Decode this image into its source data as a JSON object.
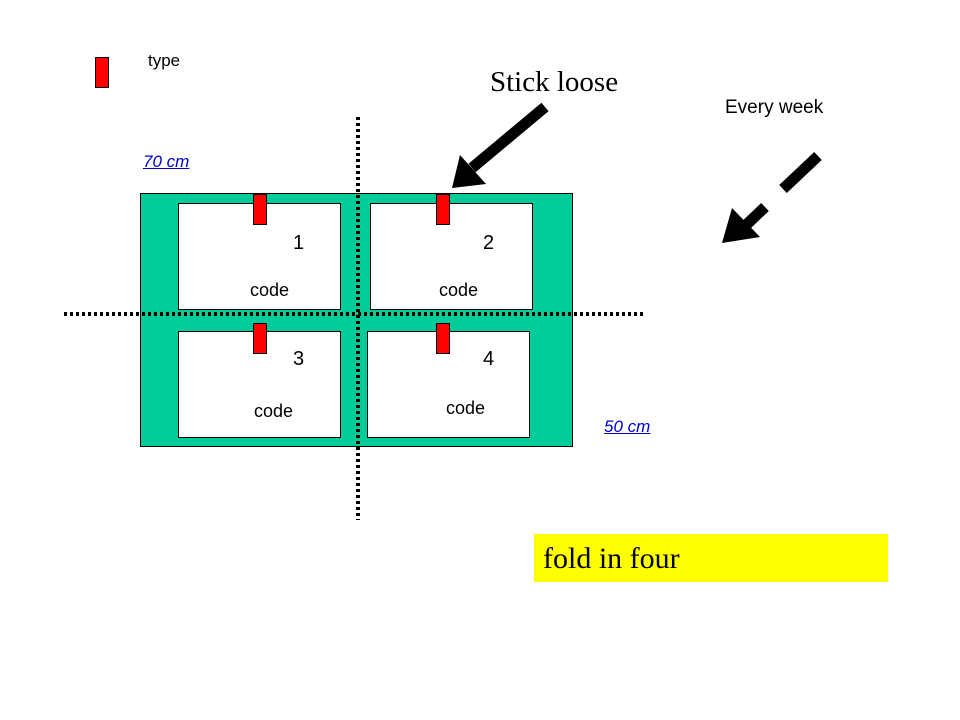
{
  "legend": {
    "label": "type",
    "swatch_color": "#ff0000"
  },
  "title": "Stick loose",
  "arrow_label": "Every week",
  "dimensions": {
    "width": "70 cm",
    "height": "50 cm"
  },
  "board": {
    "color": "#00cc99",
    "panels": [
      {
        "number": "1",
        "label": "code"
      },
      {
        "number": "2",
        "label": "code"
      },
      {
        "number": "3",
        "label": "code"
      },
      {
        "number": "4",
        "label": "code"
      }
    ]
  },
  "instruction": {
    "text": "fold in four",
    "highlight_color": "#ffff00"
  }
}
